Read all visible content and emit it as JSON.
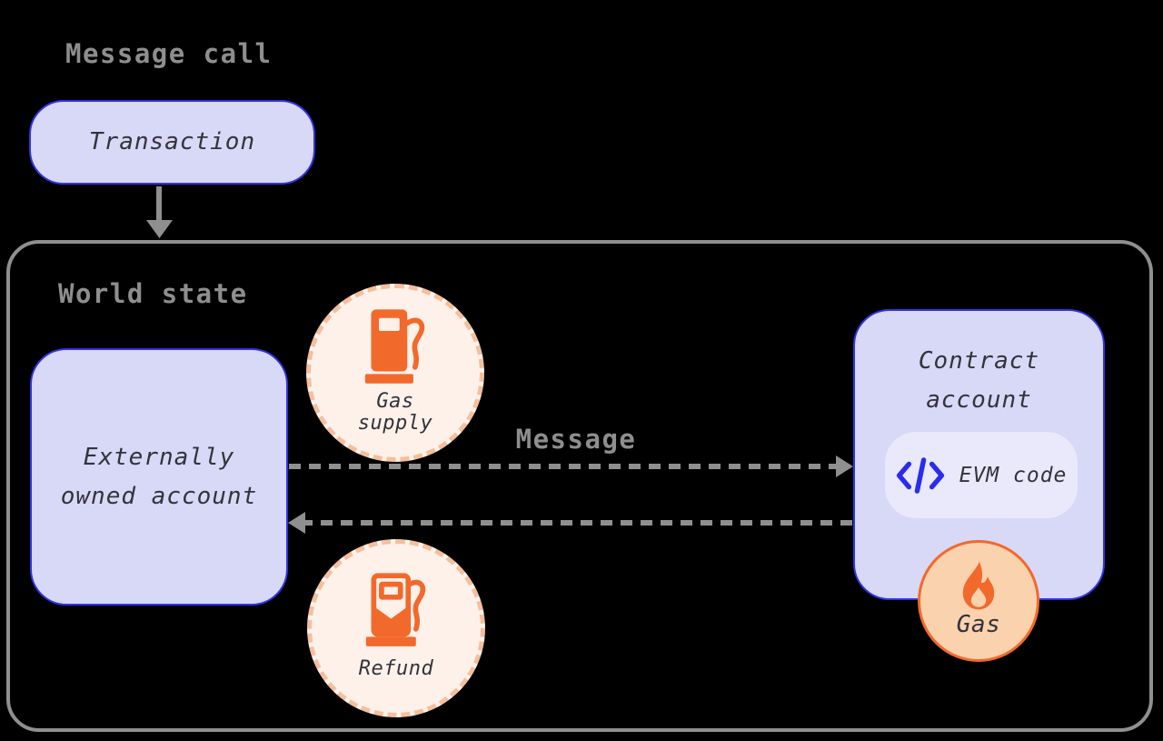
{
  "heading": {
    "title": "Message call"
  },
  "transaction": {
    "label": "Transaction"
  },
  "world_state": {
    "title": "World state",
    "eoa": {
      "line1": "Externally",
      "line2": "owned account"
    },
    "gas_supply": {
      "line1": "Gas",
      "line2": "supply"
    },
    "message_label": "Message",
    "refund": {
      "label": "Refund"
    },
    "contract": {
      "line1": "Contract",
      "line2": "account",
      "evm_code": {
        "label": "EVM code"
      },
      "gas": {
        "label": "Gas"
      }
    }
  },
  "colors": {
    "background": "#000000",
    "account_fill": "#d8d8f7",
    "account_border": "#3232e8",
    "pill_fill": "#e9e9fb",
    "code_icon_blue": "#2b2bef",
    "gray": "#8e8e8e",
    "dark_text": "#33333b",
    "orange": "#f2692c",
    "gas_circle_fill": "#fbd2ae",
    "dashed_circle_fill": "#fdf1ea",
    "dashed_circle_border": "#f5bf9d"
  }
}
